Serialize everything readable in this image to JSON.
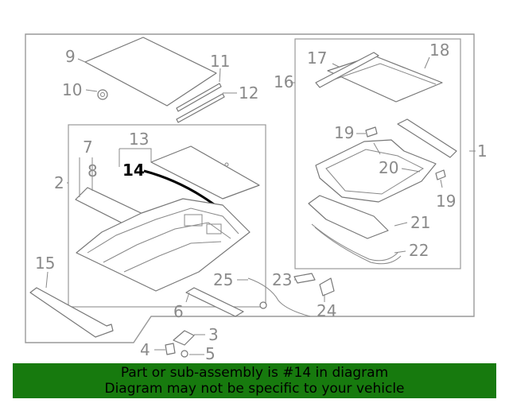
{
  "callouts": {
    "c1": "1",
    "c2": "2",
    "c3": "3",
    "c4": "4",
    "c5": "5",
    "c6": "6",
    "c7": "7",
    "c8": "8",
    "c9": "9",
    "c10": "10",
    "c11": "11",
    "c12": "12",
    "c13": "13",
    "c14": "14",
    "c15": "15",
    "c16": "16",
    "c17": "17",
    "c18": "18",
    "c19a": "19",
    "c19b": "19",
    "c20": "20",
    "c21": "21",
    "c22": "22",
    "c23": "23",
    "c24": "24",
    "c25": "25"
  },
  "highlighted_part": "14",
  "colors": {
    "banner_bg": "#177a0e",
    "highlight": "#000000",
    "line": "#777777"
  },
  "banner": {
    "line1": "Part or sub-assembly is #14 in diagram",
    "line2": "Diagram may not be specific to your vehicle"
  }
}
